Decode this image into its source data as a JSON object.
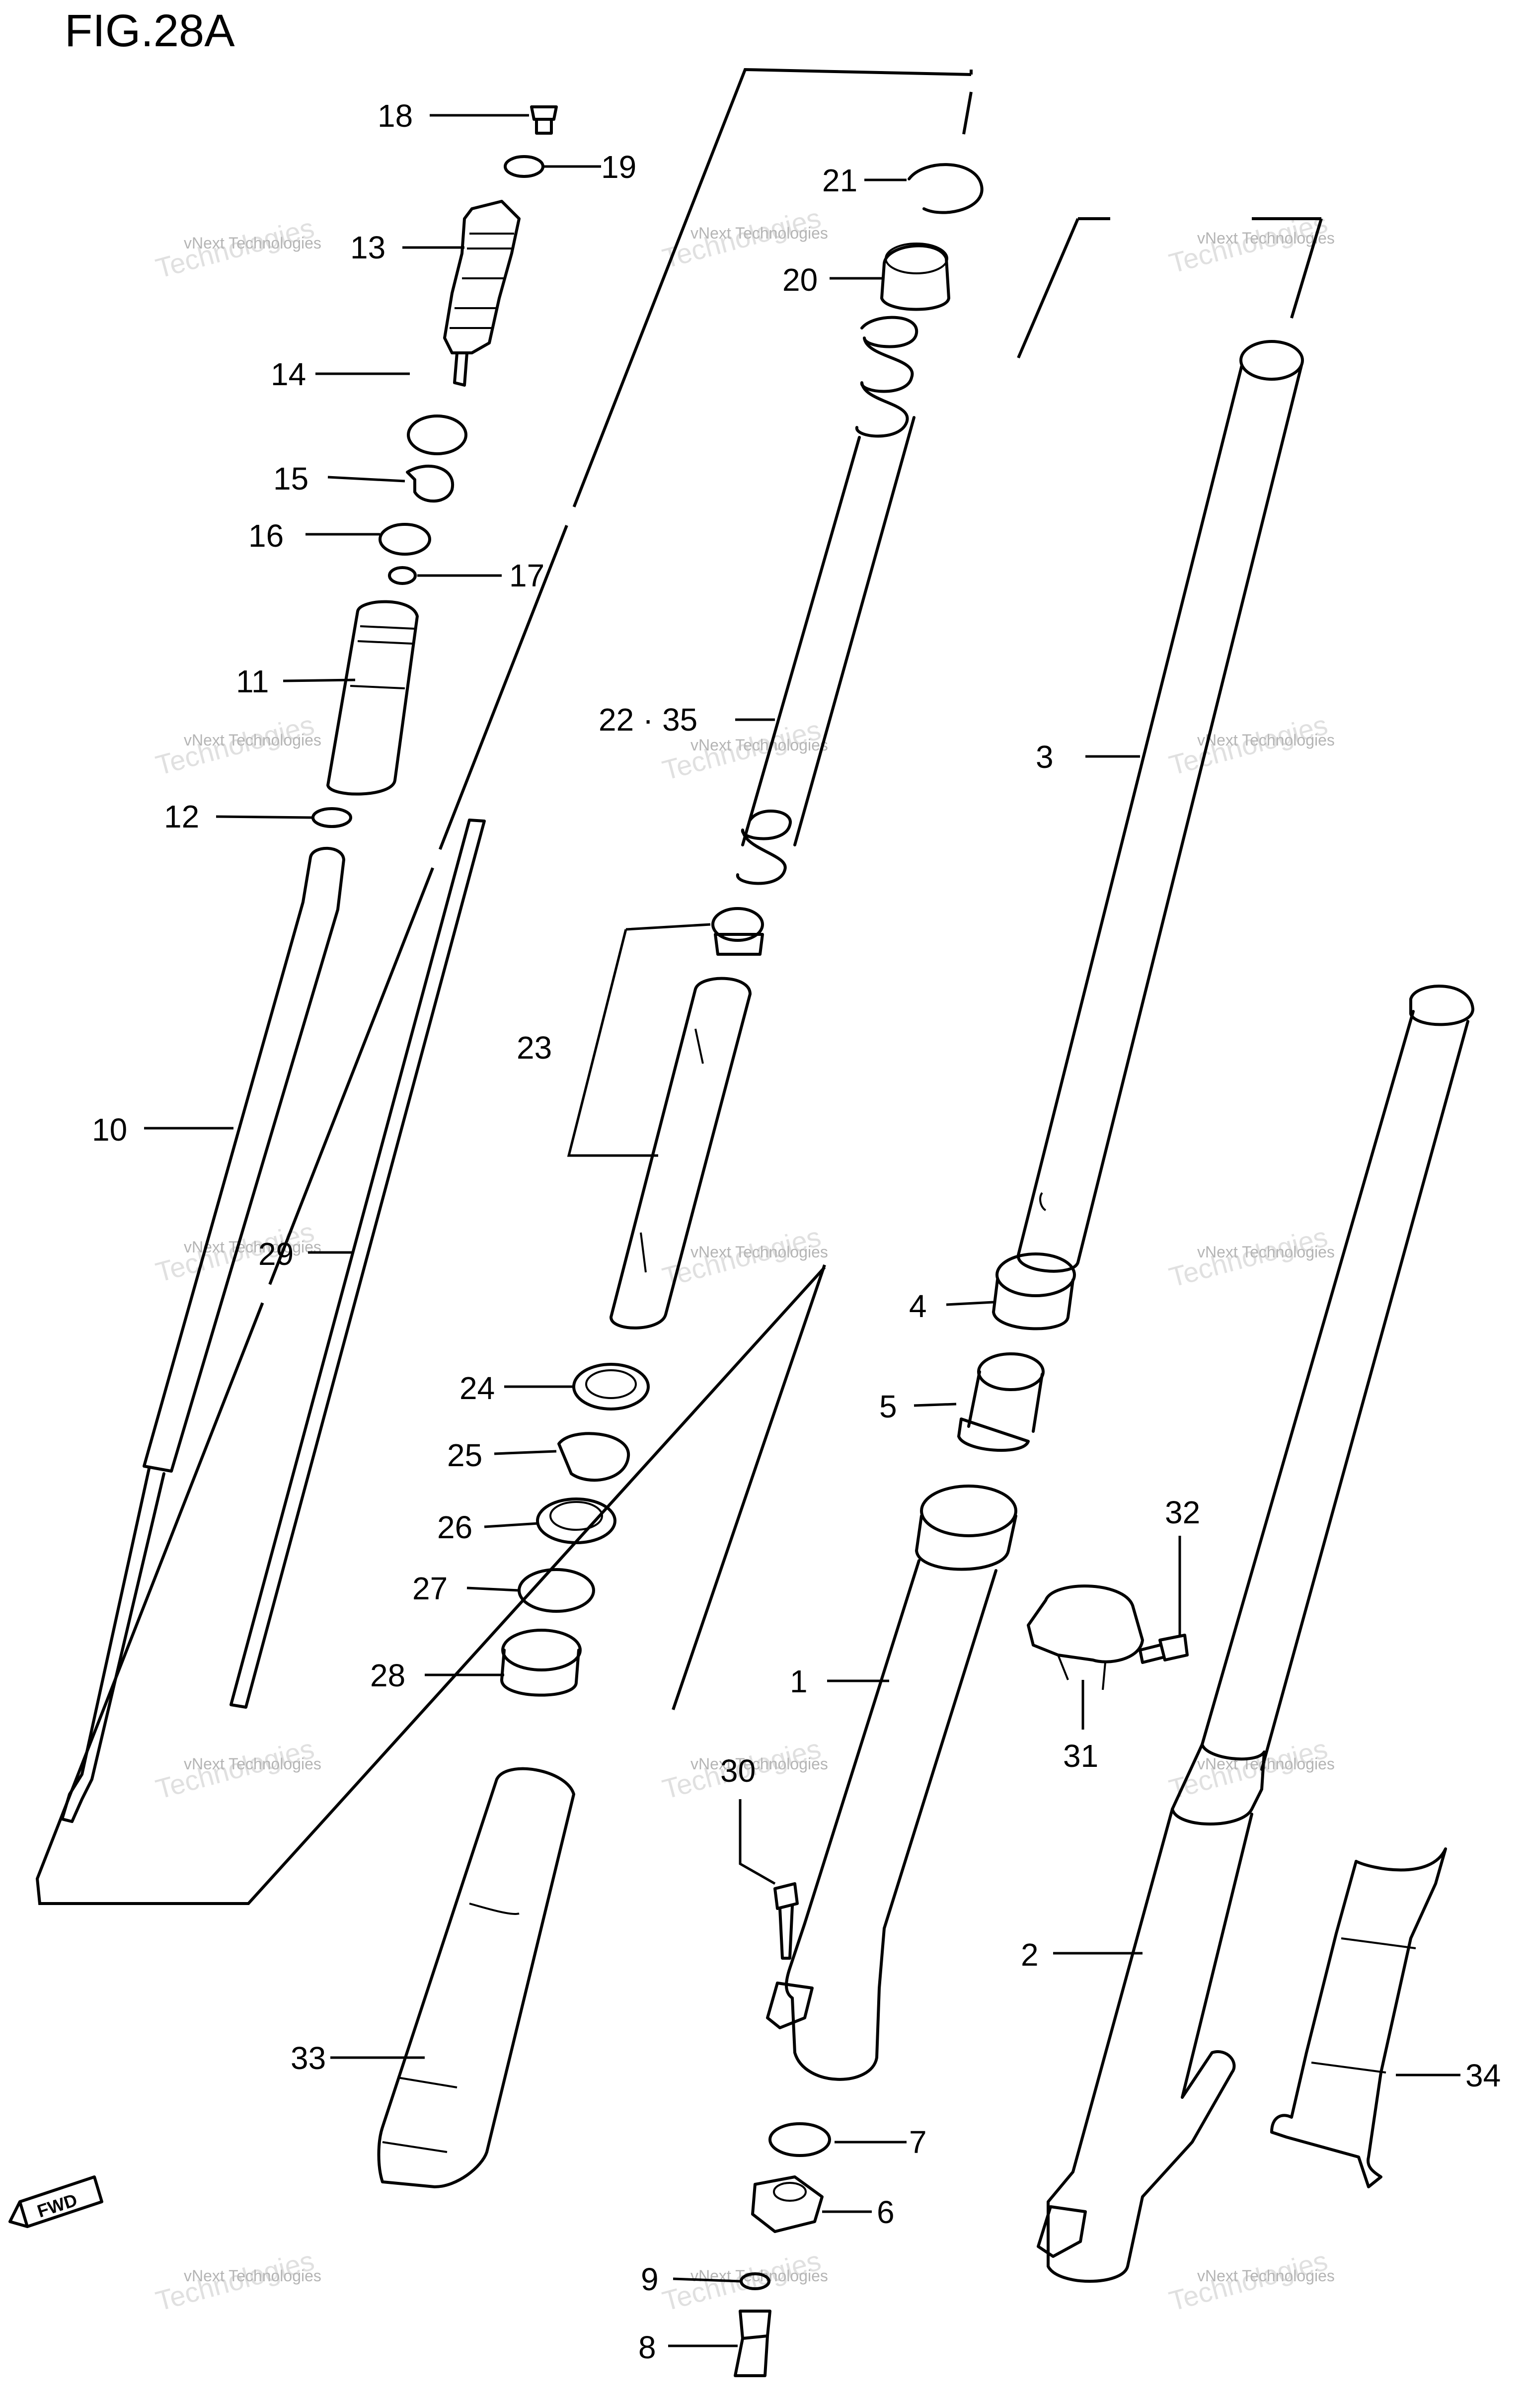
{
  "figure_title": "FIG.28A",
  "watermark": {
    "line1": "vNext Technologies",
    "line2": "Technologies"
  },
  "fwd_badge": "FWD",
  "labels": {
    "p1": "1",
    "p2": "2",
    "p3": "3",
    "p4": "4",
    "p5": "5",
    "p6": "6",
    "p7": "7",
    "p8": "8",
    "p9": "9",
    "p10": "10",
    "p11": "11",
    "p12": "12",
    "p13": "13",
    "p14": "14",
    "p15": "15",
    "p16": "16",
    "p17": "17",
    "p18": "18",
    "p19": "19",
    "p20": "20",
    "p21": "21",
    "p22_35": "22 · 35",
    "p23": "23",
    "p24": "24",
    "p25": "25",
    "p26": "26",
    "p27": "27",
    "p28": "28",
    "p29": "29",
    "p30": "30",
    "p31": "31",
    "p32": "32",
    "p33": "33",
    "p34": "34"
  }
}
